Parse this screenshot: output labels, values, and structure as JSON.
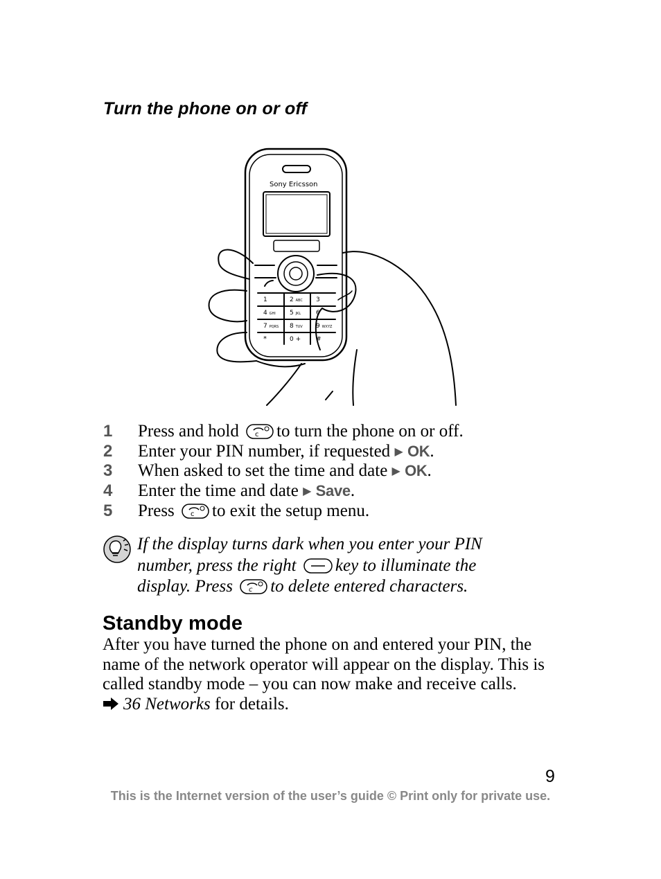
{
  "section_title": "Turn the phone on or off",
  "illustration": {
    "brand": "Sony Ericsson"
  },
  "steps": [
    {
      "number": "1",
      "before": "Press and hold",
      "icon": "end-key-icon",
      "after": "to turn the phone on or off."
    },
    {
      "number": "2",
      "before": "Enter your PIN number, if requested",
      "softkey": "OK",
      "after": "."
    },
    {
      "number": "3",
      "before": "When asked to set the time and date",
      "softkey": "OK",
      "after": "."
    },
    {
      "number": "4",
      "before": "Enter the time and date",
      "softkey": "Save",
      "after": "."
    },
    {
      "number": "5",
      "before": "Press",
      "icon": "end-key-icon",
      "after": "to exit the setup menu."
    }
  ],
  "tip": {
    "icon": "lightbulb-tip-icon",
    "part1": "If the display turns dark when you enter your PIN number, press the right",
    "key_icon": "right-selection-key-icon",
    "part2": "key to illuminate the display. Press",
    "key_icon2": "end-key-icon",
    "part3": "to delete entered characters."
  },
  "standby": {
    "heading": "Standby mode",
    "body": "After you have turned the phone on and entered your PIN, the name of the network operator will appear on the display. This is called standby mode – you can now make and receive calls.",
    "xref_icon": "arrow-right-icon",
    "xref": "36 Networks",
    "xref_suffix": "for details."
  },
  "page_number": "9",
  "footer": "This is the Internet version of the user’s guide © Print only for private use."
}
